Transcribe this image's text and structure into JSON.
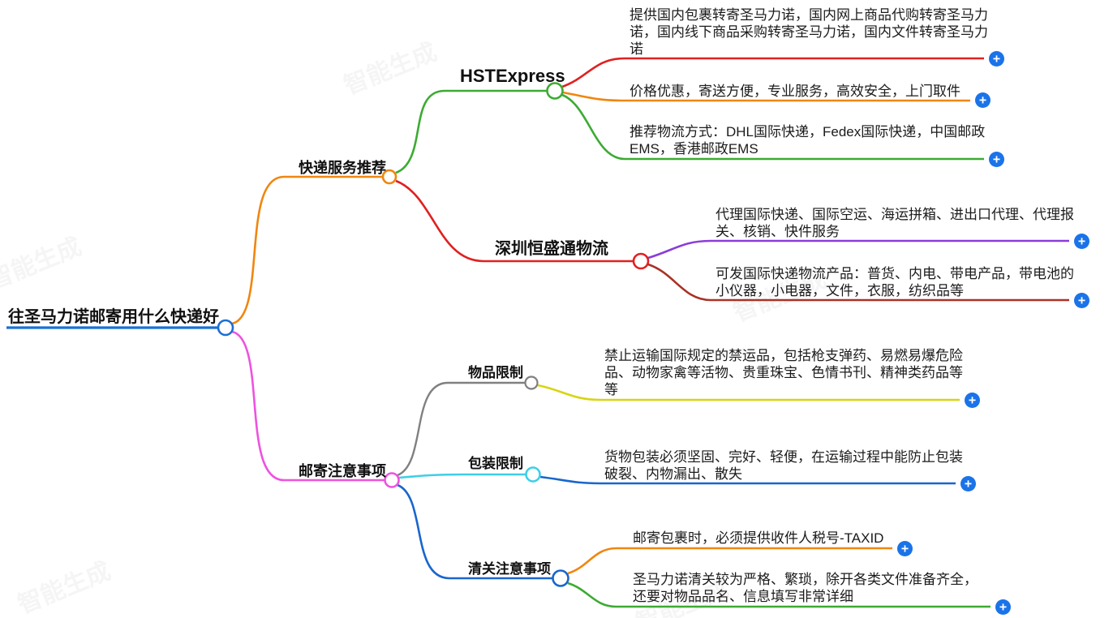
{
  "watermark": "智能生成",
  "icons": {
    "plus": "+"
  },
  "colors": {
    "root_blue": "#1a6fd4",
    "orange": "#f0860f",
    "green": "#3cab32",
    "red": "#e02020",
    "purple": "#8a3dd8",
    "dark_red": "#a93226",
    "magenta": "#ee52e0",
    "gray": "#808080",
    "yellow": "#d9d414",
    "cyan": "#3ecfe8",
    "blue2": "#1966cc",
    "plus_button_blue": "#1a73e8"
  },
  "mindmap": {
    "root": {
      "label": "往圣马力诺邮寄用什么快递好"
    },
    "branches": [
      {
        "label": "快递服务推荐",
        "children": [
          {
            "label": "HSTExpress",
            "leaves": [
              "提供国内包裹转寄圣马力诺，国内网上商品代购转寄圣马力诺，国内线下商品采购转寄圣马力诺，国内文件转寄圣马力诺",
              "价格优惠，寄送方便，专业服务，高效安全，上门取件",
              "推荐物流方式：DHL国际快递，Fedex国际快递，中国邮政EMS，香港邮政EMS"
            ]
          },
          {
            "label": "深圳恒盛通物流",
            "leaves": [
              "代理国际快递、国际空运、海运拼箱、进出口代理、代理报关、核销、快件服务",
              "可发国际快递物流产品：普货、内电、带电产品，带电池的小仪器，小电器，文件，衣服，纺织品等"
            ]
          }
        ]
      },
      {
        "label": "邮寄注意事项",
        "children": [
          {
            "label": "物品限制",
            "leaves": [
              "禁止运输国际规定的禁运品，包括枪支弹药、易燃易爆危险品、动物家禽等活物、贵重珠宝、色情书刊、精神类药品等等"
            ]
          },
          {
            "label": "包装限制",
            "leaves": [
              "货物包装必须坚固、完好、轻便，在运输过程中能防止包装破裂、内物漏出、散失"
            ]
          },
          {
            "label": "清关注意事项",
            "leaves": [
              "邮寄包裹时，必须提供收件人税号-TAXID",
              "圣马力诺清关较为严格、繁琐，除开各类文件准备齐全，还要对物品品名、信息填写非常详细"
            ]
          }
        ]
      }
    ]
  }
}
